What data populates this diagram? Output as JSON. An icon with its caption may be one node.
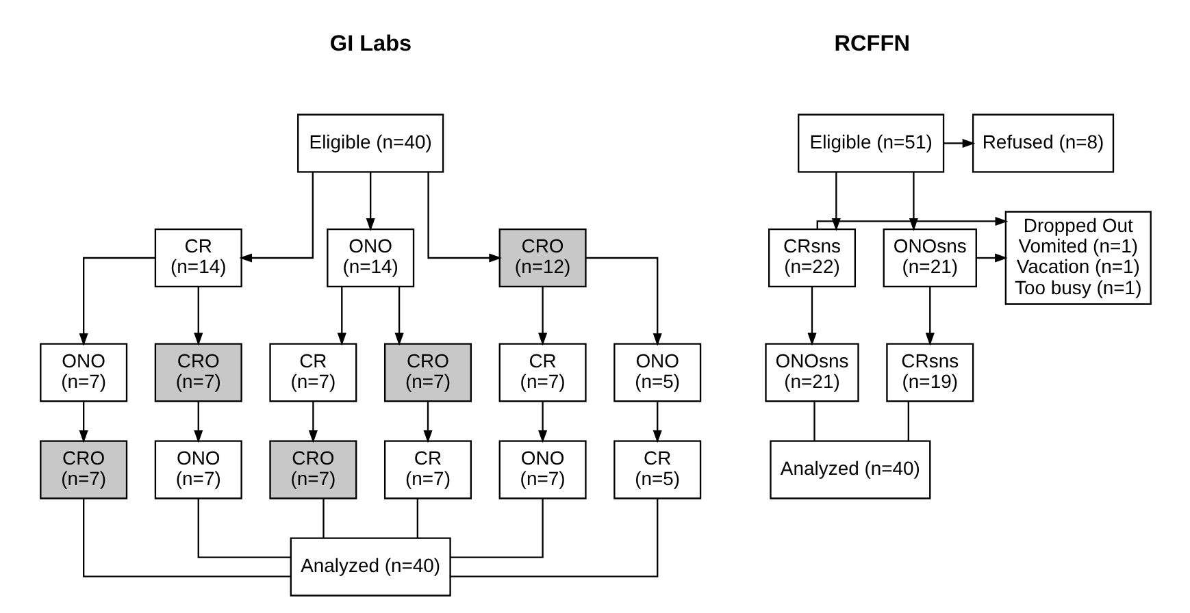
{
  "diagram": {
    "nodes": [
      {
        "text": [
          "Eligible (n=40)"
        ]
      },
      {
        "text": [
          "CR",
          "(n=14)"
        ]
      },
      {
        "text": [
          "ONO",
          "(n=14)"
        ]
      },
      {
        "text": [
          "CRO",
          "(n=12)"
        ]
      },
      {
        "text": [
          "ONO",
          "(n=7)"
        ]
      },
      {
        "text": [
          "CRO",
          "(n=7)"
        ]
      },
      {
        "text": [
          "CR",
          "(n=7)"
        ]
      },
      {
        "text": [
          "CRO",
          "(n=7)"
        ]
      },
      {
        "text": [
          "CR",
          "(n=7)"
        ]
      },
      {
        "text": [
          "ONO",
          "(n=5)"
        ]
      },
      {
        "text": [
          "CRO",
          "(n=7)"
        ]
      },
      {
        "text": [
          "ONO",
          "(n=7)"
        ]
      },
      {
        "text": [
          "CRO",
          "(n=7)"
        ]
      },
      {
        "text": [
          "CR",
          "(n=7)"
        ]
      },
      {
        "text": [
          "ONO",
          "(n=7)"
        ]
      },
      {
        "text": [
          "CR",
          "(n=5)"
        ]
      },
      {
        "text": [
          "Analyzed (n=40)"
        ]
      },
      {
        "text": [
          "Eligible (n=51)"
        ]
      },
      {
        "text": [
          "Refused (n=8)"
        ]
      },
      {
        "text": [
          "CRsns",
          "(n=22)"
        ]
      },
      {
        "text": [
          "ONOsns",
          "(n=21)"
        ]
      },
      {
        "text": [
          "Dropped Out",
          "Vomited (n=1)",
          "Vacation (n=1)",
          "Too busy (n=1)"
        ]
      },
      {
        "text": [
          "ONOsns",
          "(n=21)"
        ]
      },
      {
        "text": [
          "CRsns",
          "(n=19)"
        ]
      },
      {
        "text": [
          "Analyzed (n=40)"
        ]
      }
    ],
    "edges": [
      {
        "from": 0,
        "to": 1,
        "arrow": "to"
      },
      {
        "from": 0,
        "to": 2,
        "arrow": "to"
      },
      {
        "from": 0,
        "to": 3,
        "arrow": "to"
      },
      {
        "from": 1,
        "to": 4,
        "arrow": "to"
      },
      {
        "from": 1,
        "to": 5,
        "arrow": "to"
      },
      {
        "from": 2,
        "to": 6,
        "arrow": "to"
      },
      {
        "from": 2,
        "to": 7,
        "arrow": "to"
      },
      {
        "from": 3,
        "to": 8,
        "arrow": "to"
      },
      {
        "from": 3,
        "to": 9,
        "arrow": "to"
      },
      {
        "from": 4,
        "to": 10,
        "arrow": "to"
      },
      {
        "from": 5,
        "to": 11,
        "arrow": "to"
      },
      {
        "from": 6,
        "to": 12,
        "arrow": "to"
      },
      {
        "from": 7,
        "to": 13,
        "arrow": "to"
      },
      {
        "from": 8,
        "to": 14,
        "arrow": "to"
      },
      {
        "from": 9,
        "to": 15,
        "arrow": "to"
      },
      {
        "from": 10,
        "to": 16,
        "arrow": "none"
      },
      {
        "from": 11,
        "to": 16,
        "arrow": "none"
      },
      {
        "from": 12,
        "to": 16,
        "arrow": "none"
      },
      {
        "from": 13,
        "to": 16,
        "arrow": "none"
      },
      {
        "from": 14,
        "to": 16,
        "arrow": "none"
      },
      {
        "from": 15,
        "to": 16,
        "arrow": "none"
      },
      {
        "from": 17,
        "to": 18,
        "arrow": "to"
      },
      {
        "from": 17,
        "to": 19,
        "arrow": "to"
      },
      {
        "from": 17,
        "to": 20,
        "arrow": "to"
      },
      {
        "from": 19,
        "to": 21,
        "arrow": "to"
      },
      {
        "from": 20,
        "to": 21,
        "arrow": "to"
      },
      {
        "from": 19,
        "to": 22,
        "arrow": "to"
      },
      {
        "from": 20,
        "to": 23,
        "arrow": "to"
      },
      {
        "from": 22,
        "to": 24,
        "arrow": "none"
      },
      {
        "from": 23,
        "to": 24,
        "arrow": "none"
      }
    ],
    "labels": [
      "GI Labs",
      "RCFFN"
    ]
  }
}
